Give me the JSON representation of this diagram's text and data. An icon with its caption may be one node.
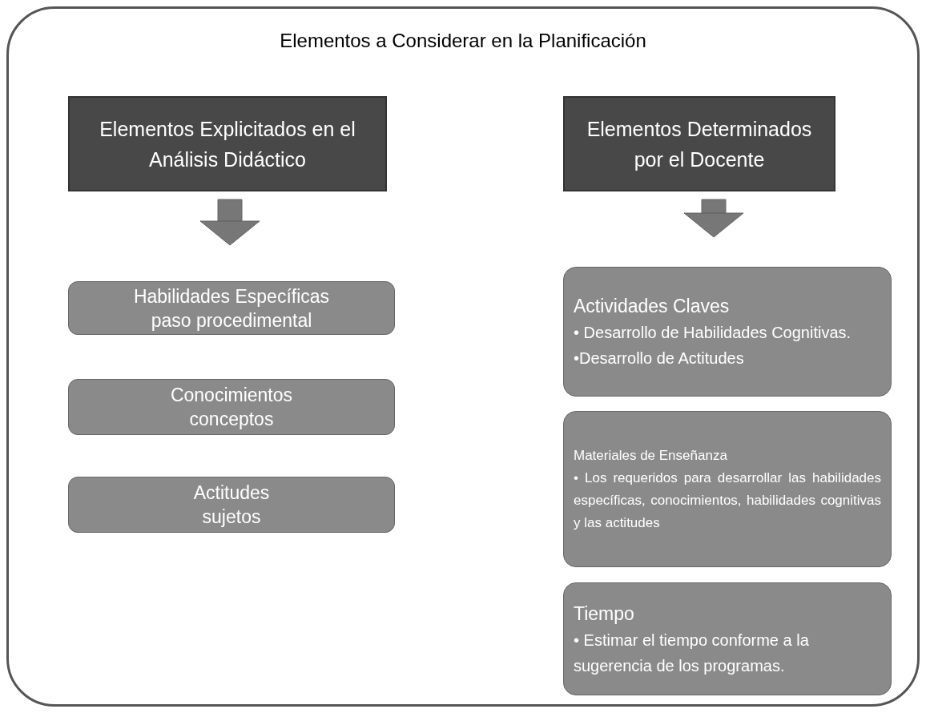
{
  "diagram": {
    "nodes": [
      {
        "text": [
          "Elementos a Considerar en la Planificación"
        ]
      },
      {
        "text": [
          "Elementos Explicitados en el Análisis Didáctico"
        ],
        "in": 0
      },
      {
        "text": [
          "Elementos Determinados por el Docente"
        ],
        "in": 0
      },
      {
        "text": [
          "Habilidades Específicas",
          "paso procedimental"
        ],
        "in": 0
      },
      {
        "text": [
          "Conocimientos",
          "conceptos"
        ],
        "in": 0
      },
      {
        "text": [
          "Actitudes",
          "sujetos"
        ],
        "in": 0
      },
      {
        "text": [
          "Actividades Claves",
          "• Desarrollo de Habilidades Cognitivas.",
          "•Desarrollo de Actitudes"
        ],
        "in": 0
      },
      {
        "text": [
          "Materiales de Enseñanza",
          "• Los requeridos para desarrollar las habilidades específicas, conocimientos, habilidades cognitivas y las actitudes"
        ],
        "in": 0
      },
      {
        "text": [
          "Tiempo",
          "• Estimar el tiempo conforme a la sugerencia de los programas."
        ],
        "in": 0
      }
    ],
    "edges": [
      {
        "from": 1,
        "to": 3,
        "arrow": "to",
        "style": "thick"
      },
      {
        "from": 2,
        "to": 6,
        "arrow": "to",
        "style": "thick"
      }
    ]
  }
}
